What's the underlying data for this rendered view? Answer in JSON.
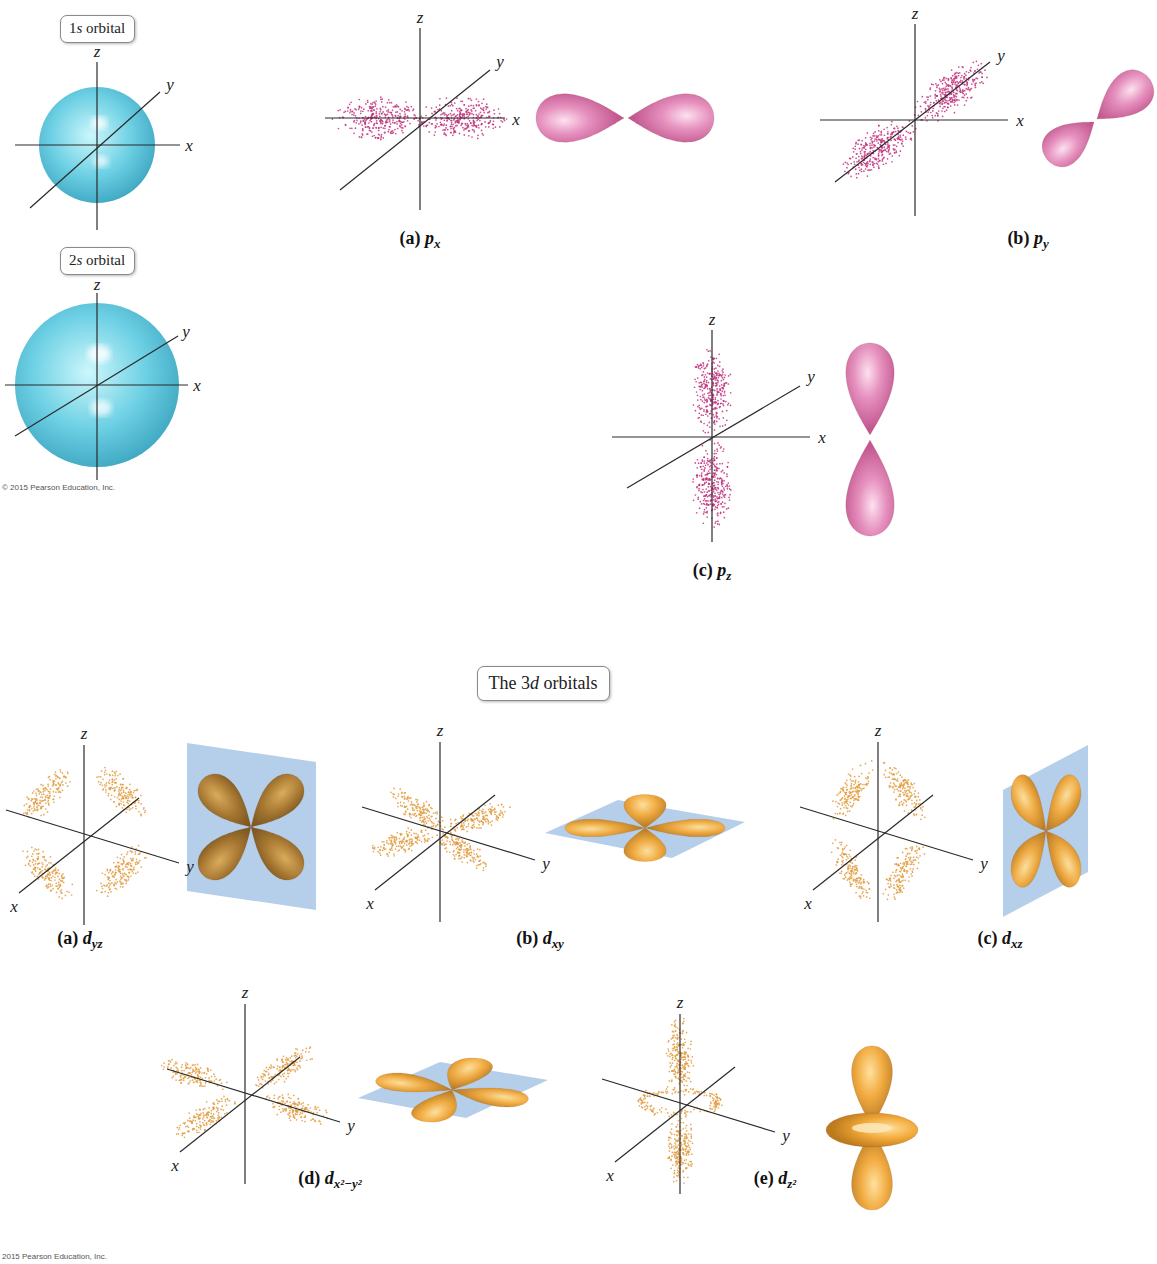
{
  "diagram": {
    "nodes": [
      {
        "text": [
          "1s orbital"
        ]
      },
      {
        "text": [
          "2s orbital"
        ]
      },
      {
        "text": [
          "The 3d orbitals"
        ]
      }
    ],
    "labels": [
      "z",
      "y",
      "x",
      "z",
      "y",
      "x",
      "© 2015 Pearson Education, Inc.",
      "z",
      "y",
      "x",
      "(a) px",
      "z",
      "y",
      "x",
      "(b) py",
      "z",
      "y",
      "x",
      "(c) pz",
      "z",
      "x",
      "y",
      "(a) dyz",
      "z",
      "x",
      "y",
      "(b) dxy",
      "z",
      "x",
      "y",
      "(c) dxz",
      "z",
      "x",
      "y",
      "(d) dx²−y²",
      "z",
      "x",
      "y",
      "(e) dz²",
      "2015 Pearson Education, Inc."
    ]
  }
}
